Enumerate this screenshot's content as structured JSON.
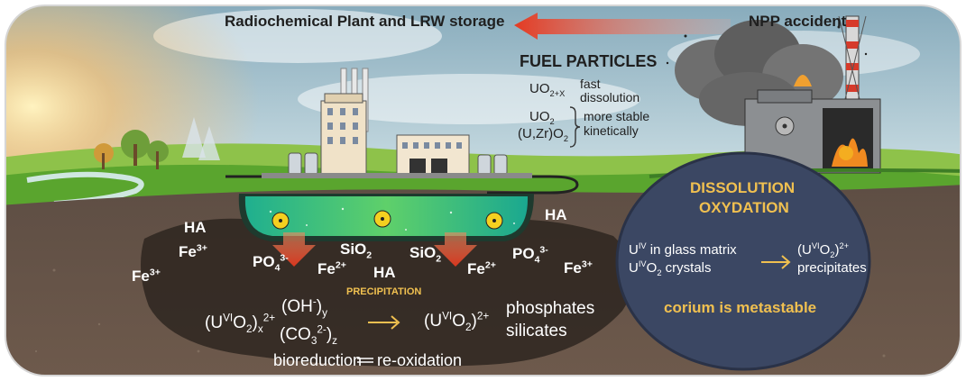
{
  "header": {
    "left_title": "Radiochemical Plant and LRW storage",
    "right_title": "NPP accident"
  },
  "fuel": {
    "heading": "FUEL PARTICLES",
    "uo2x_base": "UO",
    "uo2x_sub": "2+X",
    "fast_1": "fast",
    "fast_2": "dissolution",
    "uo2_base": "UO",
    "uo2_sub": "2",
    "uzr_a": "(U,Zr)O",
    "uzr_sub": "2",
    "stable_1": "more stable",
    "stable_2": "kinetically"
  },
  "soil": {
    "ha": "HA",
    "fe3": "Fe",
    "fe3_sup": "3+",
    "fe2": "Fe",
    "fe2_sup": "2+",
    "po4": "PO",
    "po4_sub": "4",
    "po4_sup": "3-",
    "sio2": "SiO",
    "sio2_sub": "2",
    "precipitation": "PRECIPITATION"
  },
  "reaction": {
    "lhs_open": "(U",
    "lhs_vi": "VI",
    "lhs_o": "O",
    "lhs_o_sub": "2",
    "lhs_close": ")",
    "lhs_x": "x",
    "lhs_charge": "2+",
    "oh": "(OH",
    "oh_sup": "-",
    "oh_close": ")",
    "oh_y": "y",
    "co3": "(CO",
    "co3_sub": "3",
    "co3_sup": "2-",
    "co3_close": ")",
    "co3_z": "z",
    "rhs": "(U",
    "rhs_vi": "VI",
    "rhs_o": "O",
    "rhs_sub": "2",
    "rhs_close": ")",
    "rhs_charge": "2+",
    "phosphates": "phosphates",
    "silicates": "silicates",
    "bioreduction": "bioreduction",
    "reoxidation": "re-oxidation"
  },
  "ellipse": {
    "title_1": "DISSOLUTION",
    "title_2": "OXYDATION",
    "u_iv": "U",
    "iv": "IV",
    "glass": " in glass matrix",
    "u_iv2": "U",
    "iv2": "IV",
    "o2": "O",
    "o2_sub": "2",
    "crystals": " crystals",
    "prod_open": "(U",
    "prod_vi": "VI",
    "prod_o": "O",
    "prod_sub": "2",
    "prod_close": ")",
    "prod_charge": "2+",
    "precipitates": "precipitates",
    "footer": "corium is metastable"
  },
  "colors": {
    "sky_top": "#8ab0c0",
    "grass": "#5aa52e",
    "soil": "#5b4a40",
    "ellipse": "#3b4763",
    "accent": "#f0c050",
    "arrow": "#e05030"
  }
}
